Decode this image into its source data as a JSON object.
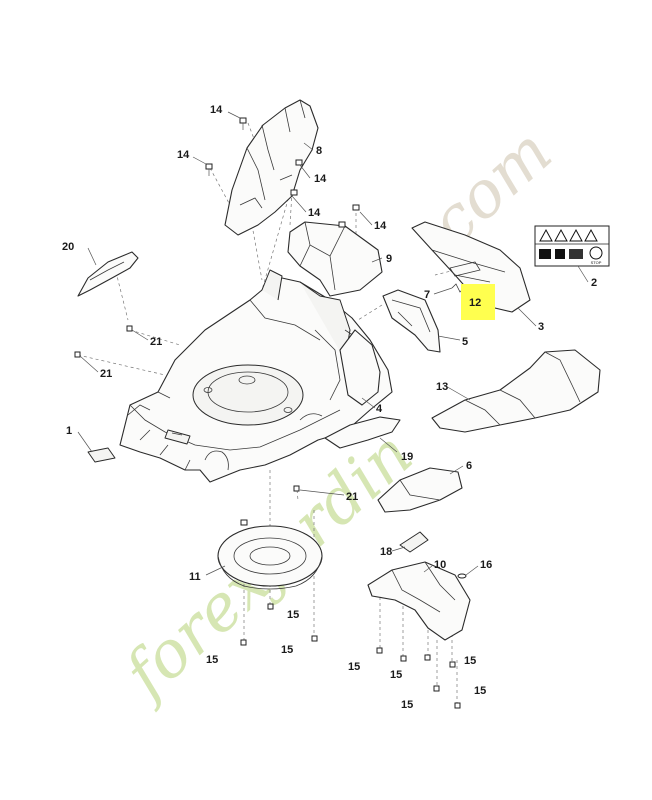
{
  "watermark": {
    "brand": "forexjardin",
    "suffix": ".com",
    "brand_color": "#cfe2a6",
    "accent_color": "#f6d3a8",
    "suffix_color": "#ddd5c6"
  },
  "highlight_color": "#ffff4f",
  "labels": {
    "p1": "1",
    "p2": "2",
    "p3": "3",
    "p4": "4",
    "p5": "5",
    "p6": "6",
    "p7": "7",
    "p8": "8",
    "p9": "9",
    "p10": "10",
    "p11": "11",
    "p12": "12",
    "p13": "13",
    "p14a": "14",
    "p14b": "14",
    "p14c": "14",
    "p14d": "14",
    "p14e": "14",
    "p14f": "14",
    "p15a": "15",
    "p15b": "15",
    "p15c": "15",
    "p15d": "15",
    "p15e": "15",
    "p15f": "15",
    "p15g": "15",
    "p15h": "15",
    "p16": "16",
    "p18": "18",
    "p19": "19",
    "p20": "20",
    "p21a": "21",
    "p21b": "21",
    "p21c": "21"
  },
  "decal": {
    "stop_text": "STOP"
  }
}
